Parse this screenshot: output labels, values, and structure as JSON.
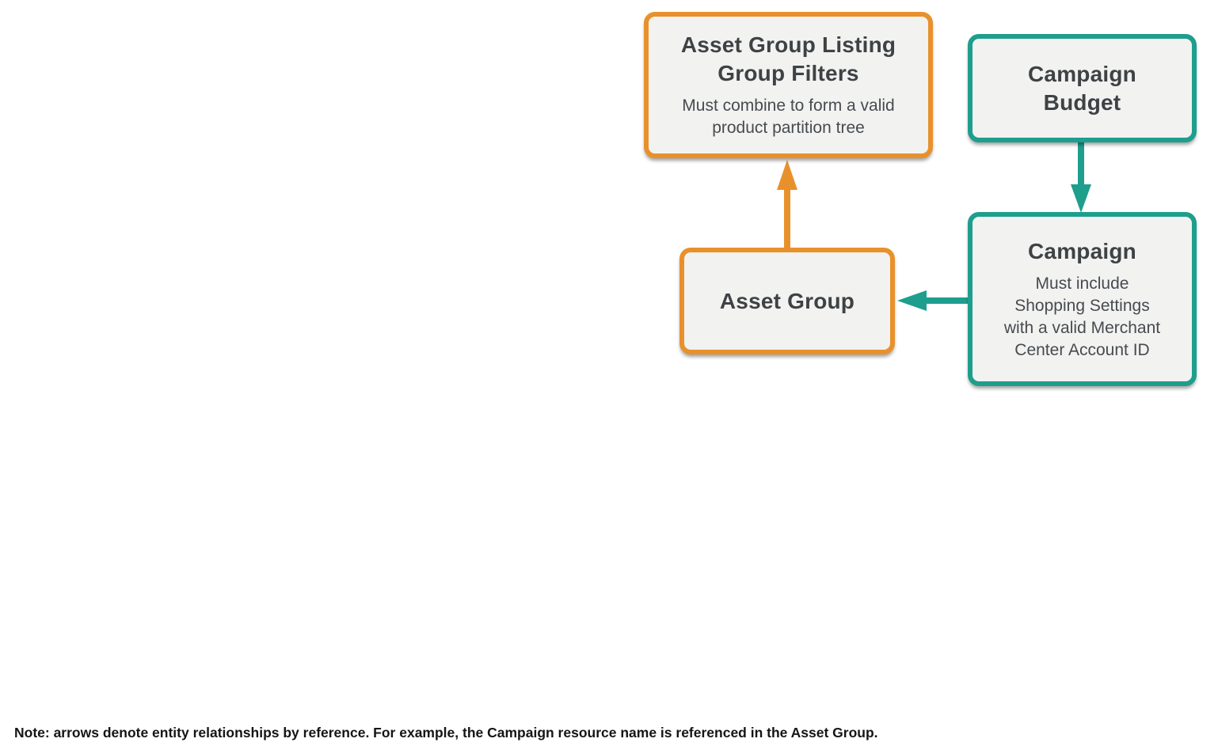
{
  "diagram": {
    "nodes": [
      {
        "id": "asset-group-listing-group-filters",
        "title": [
          "Asset Group Listing",
          "Group Filters"
        ],
        "subtitle": [
          "Must combine to form a valid",
          "product partition tree"
        ],
        "accent": "orange"
      },
      {
        "id": "campaign-budget",
        "title": [
          "Campaign",
          "Budget"
        ],
        "accent": "teal"
      },
      {
        "id": "asset-group",
        "title": [
          "Asset Group"
        ],
        "accent": "orange"
      },
      {
        "id": "campaign",
        "title": [
          "Campaign"
        ],
        "subtitle": [
          "Must include",
          "Shopping Settings",
          "with a valid Merchant",
          "Center Account ID"
        ],
        "accent": "teal"
      }
    ],
    "edges": [
      {
        "from": "asset-group",
        "to": "asset-group-listing-group-filters",
        "color": "orange"
      },
      {
        "from": "campaign-budget",
        "to": "campaign",
        "color": "teal"
      },
      {
        "from": "campaign",
        "to": "asset-group",
        "color": "teal"
      }
    ]
  },
  "colors": {
    "accent-orange": "#E8912C",
    "accent-teal": "#1E9E8D",
    "box-fill": "#F2F2F1",
    "title-text": "#3F4245",
    "subtitle-text": "#474B4F",
    "note-text": "#141517"
  },
  "note": "Note: arrows denote entity relationships by reference. For example, the Campaign resource name is referenced in the Asset Group."
}
